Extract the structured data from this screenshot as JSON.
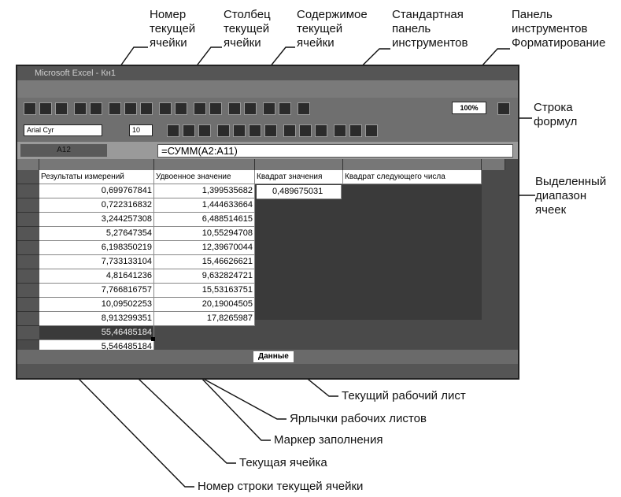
{
  "labels": {
    "cell_number": "Номер\nтекущей\nячейки",
    "current_column": "Столбец\nтекущей\nячейки",
    "cell_contents": "Содержимое\nтекущей\nячейки",
    "standard_toolbar": "Стандартная\nпанель\nинструментов",
    "format_toolbar": "Панель\nинструментов\nФорматирование",
    "formula_bar": "Строка\nформул",
    "selected_range": "Выделенный\nдиапазон\nячеек",
    "current_sheet": "Текущий рабочий лист",
    "sheet_tabs": "Ярлычки рабочих листов",
    "fill_handle": "Маркер заполнения",
    "current_cell": "Текущая ячейка",
    "row_number": "Номер строки текущей ячейки"
  },
  "window": {
    "title": "Microsoft Excel - Кн1",
    "zoom": "100%",
    "font_name": "Arial Cyr",
    "font_size": "10",
    "name_box": "A12",
    "formula": "=СУММ(A2:A11)",
    "active_tab": "Данные"
  },
  "table": {
    "headers": [
      "Результаты измерений",
      "Удвоенное значение",
      "Квадрат значения",
      "Квадрат следующего числа"
    ],
    "col_a": [
      "0,699767841",
      "0,722316832",
      "3,244257308",
      "5,27647354",
      "6,198350219",
      "7,733133104",
      "4,81641236",
      "7,766816757",
      "10,09502253",
      "8,913299351"
    ],
    "col_b": [
      "1,399535682",
      "1,444633664",
      "6,488514615",
      "10,55294708",
      "12,39670044",
      "15,46626621",
      "9,632824721",
      "15,53163751",
      "20,19004505",
      "17,8265987"
    ],
    "c2": "0,489675031",
    "sum": "55,46485184",
    "avg": "5,546485184"
  }
}
